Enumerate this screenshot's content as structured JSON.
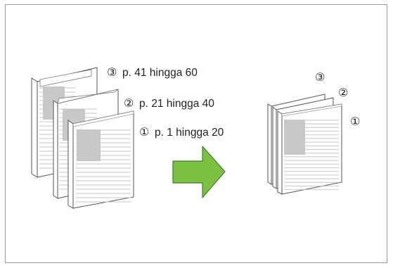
{
  "left_group": {
    "booklets": [
      {
        "number": "③",
        "label": "p. 41 hingga 60"
      },
      {
        "number": "②",
        "label": "p. 21 hingga 40"
      },
      {
        "number": "①",
        "label": "p. 1 hingga 20"
      }
    ]
  },
  "right_group": {
    "numbers": [
      "③",
      "②",
      "①"
    ]
  },
  "colors": {
    "arrow_fill": "#7cc142",
    "arrow_stroke": "#3f7e2a",
    "image_block": "#c8c8c8",
    "text_lines": "#c6c6c6"
  },
  "icons": {
    "arrow": "right-arrow-icon",
    "booklet": "folded-booklet-icon"
  }
}
